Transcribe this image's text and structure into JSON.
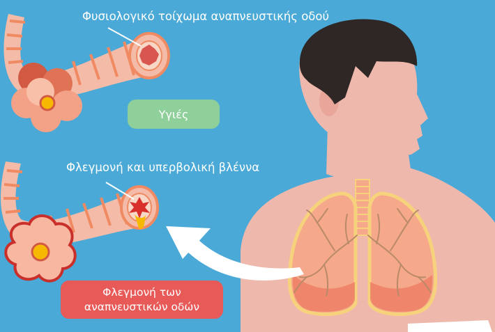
{
  "labels": {
    "healthy_wall": "Φυσιολογικό τοίχωμα αναπνευστικής οδού",
    "healthy_badge": "Υγιές",
    "inflamed_wall": "Φλεγμονή και υπερβολική βλέννα",
    "inflammation_badge_line1": "Φλεγμονή των",
    "inflammation_badge_line2": "αναπνευστικών οδών"
  },
  "colors": {
    "background": "#4aa9d6",
    "skin": "#efb8ad",
    "hair": "#2f2725",
    "lung": "#f5a98a",
    "lung_outline": "#f7d27c",
    "airway": "#f4bca8",
    "airway_ring": "#f08a62",
    "alveoli_healthy": "#f3a287",
    "alveoli_inflamed": "#f8b7a0",
    "mucus": "#f7b900",
    "healthy_badge": "#8fcf9a",
    "inflammation_badge": "#e85a58"
  }
}
